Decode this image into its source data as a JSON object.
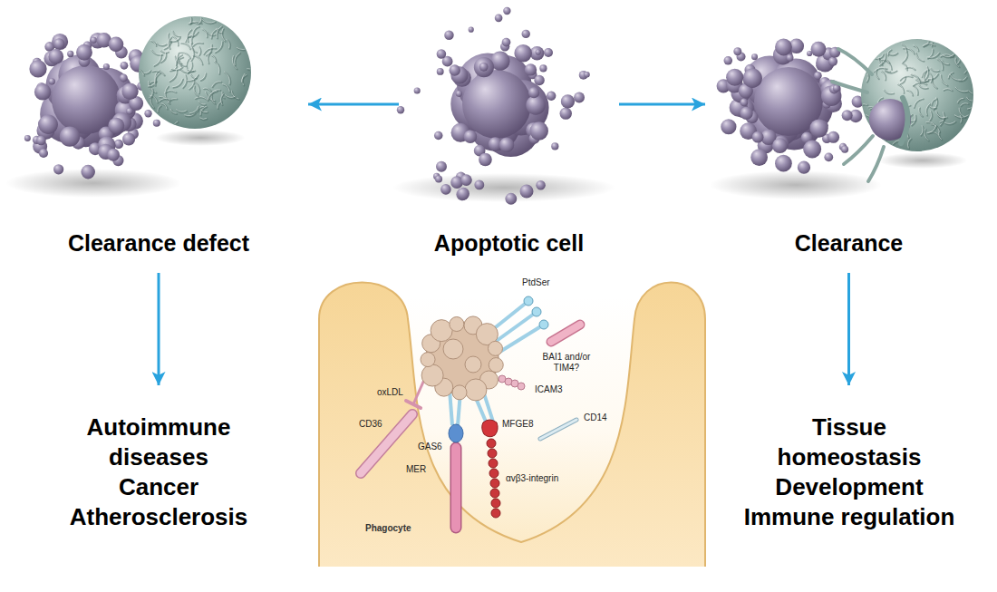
{
  "diagram": {
    "nodes": [
      {
        "text": [
          "Clearance defect"
        ]
      },
      {
        "text": [
          "Apoptotic cell"
        ]
      },
      {
        "text": [
          "Clearance"
        ]
      },
      {
        "text": [
          "Autoimmune diseases",
          "Cancer",
          "Atherosclerosis"
        ]
      },
      {
        "text": [
          "Tissue homeostasis",
          "Development",
          "Immune regulation"
        ]
      }
    ],
    "edges": [
      {
        "from": 1,
        "to": 0,
        "arrow": "to"
      },
      {
        "from": 1,
        "to": 2,
        "arrow": "to"
      },
      {
        "from": 0,
        "to": 3,
        "arrow": "to"
      },
      {
        "from": 2,
        "to": 4,
        "arrow": "to"
      }
    ],
    "labels": [
      "PtdSer",
      "BAI1 and/or TIM4?",
      "oxLDL",
      "ICAM3",
      "CD14",
      "CD36",
      "GAS6",
      "MFGE8",
      "MER",
      "αvβ3-integrin",
      "Phagocyte"
    ]
  }
}
